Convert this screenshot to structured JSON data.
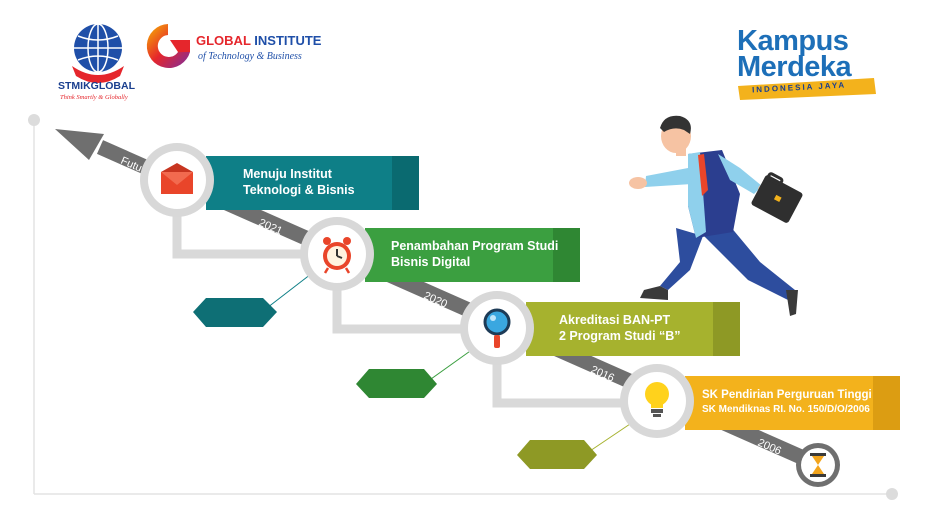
{
  "logos": {
    "stmik_name": "STMIKGLOBAL",
    "stmik_tagline": "Think Smartly & Globally",
    "gi_word1": "GLOBAL",
    "gi_word2": "INSTITUTE",
    "gi_sub": "of Technology & Business",
    "km_line1": "Kampus",
    "km_line2": "Merdeka",
    "km_ribbon": "INDONESIA JAYA"
  },
  "timeline": {
    "future_label": "Future",
    "years": [
      "2021",
      "2020",
      "2016",
      "2006"
    ]
  },
  "milestones": [
    {
      "line1": "Menuju Institut",
      "line2": "Teknologi & Bisnis",
      "color": "#0e7f87",
      "icon": "envelope-icon"
    },
    {
      "line1": "Penambahan Program Studi",
      "line2": "Bisnis Digital",
      "color": "#3b9f40",
      "icon": "alarm-clock-icon"
    },
    {
      "line1": "Akreditasi BAN-PT",
      "line2": "2 Program Studi “B”",
      "color": "#a6b22e",
      "icon": "magnifier-icon"
    },
    {
      "line1": "SK Pendirian Perguruan Tinggi",
      "line2": "SK Mendiknas RI. No. 150/D/O/2006",
      "color": "#f3b21c",
      "icon": "lightbulb-icon"
    }
  ],
  "colors": {
    "teal": "#0e7f87",
    "green": "#3b9f40",
    "olive": "#a6b22e",
    "yellow": "#f3b21c",
    "road": "#6f6f6f",
    "connector": "#d9d9d9",
    "brand_blue": "#1f4fa8",
    "brand_red": "#e5262c"
  }
}
